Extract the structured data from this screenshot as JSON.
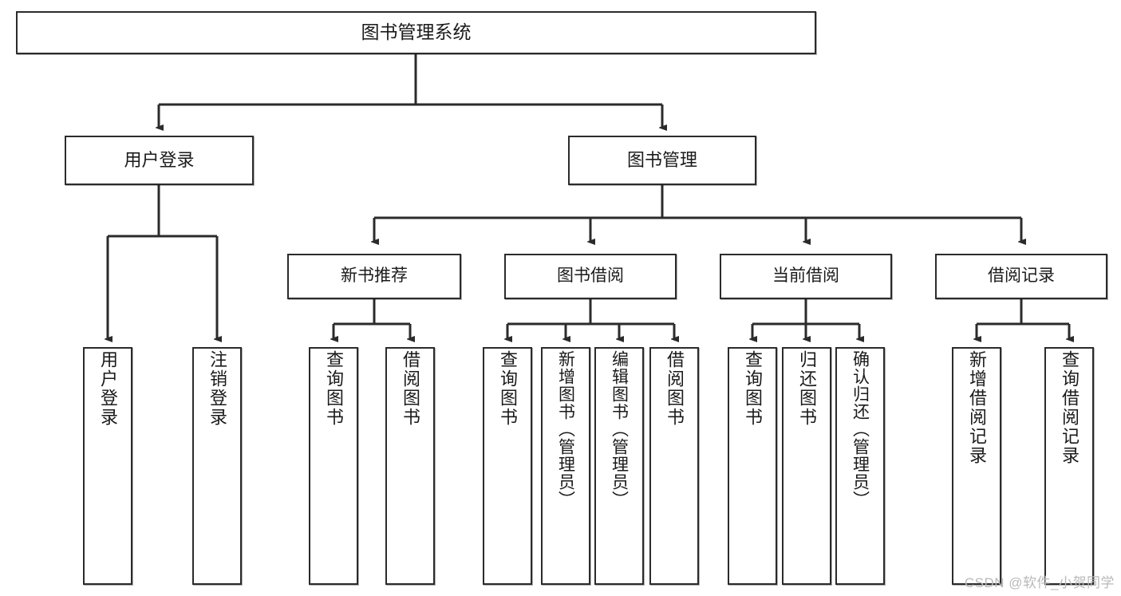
{
  "diagram": {
    "type": "tree",
    "title": "图书管理系统",
    "watermark": "CSDN @软件_小贺同学",
    "stroke_color": "#2b2b2b",
    "fill_color": "#ffffff",
    "text_color": "#1a1a1a",
    "root": {
      "label": "图书管理系统"
    },
    "level2": [
      {
        "label": "用户登录"
      },
      {
        "label": "图书管理"
      }
    ],
    "level3": [
      {
        "label": "新书推荐"
      },
      {
        "label": "图书借阅"
      },
      {
        "label": "当前借阅"
      },
      {
        "label": "借阅记录"
      }
    ],
    "leaves": {
      "user_login": [
        {
          "label": "用户登录"
        },
        {
          "label": "注销登录"
        }
      ],
      "new_book": [
        {
          "label": "查询图书"
        },
        {
          "label": "借阅图书"
        }
      ],
      "book_borrow": [
        {
          "label": "查询图书"
        },
        {
          "label": "新增图书（管理员）"
        },
        {
          "label": "编辑图书（管理员）"
        },
        {
          "label": "借阅图书"
        }
      ],
      "current_borrow": [
        {
          "label": "查询图书"
        },
        {
          "label": "归还图书"
        },
        {
          "label": "确认归还（管理员）"
        }
      ],
      "borrow_record": [
        {
          "label": "新增借阅记录"
        },
        {
          "label": "查询借阅记录"
        }
      ]
    }
  }
}
